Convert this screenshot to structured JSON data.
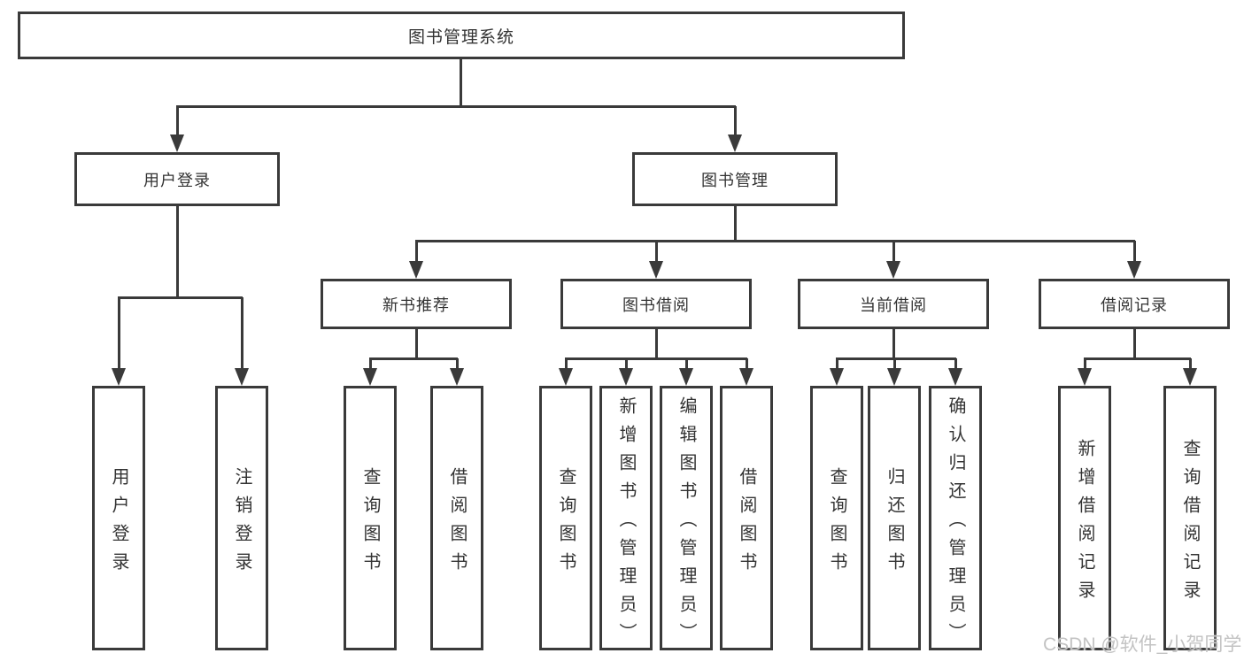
{
  "nodes": {
    "root": "图书管理系统",
    "userLogin": "用户登录",
    "bookManagement": "图书管理",
    "newBookRec": "新书推荐",
    "bookBorrow": "图书借阅",
    "currentBorrow": "当前借阅",
    "borrowRecord": "借阅记录",
    "leaves": {
      "userLogin": [
        "用户登录",
        "注销登录"
      ],
      "newBookRec": [
        "查询图书",
        "借阅图书"
      ],
      "bookBorrow": [
        "查询图书",
        "新增图书（管理员）",
        "编辑图书（管理员）",
        "借阅图书"
      ],
      "currentBorrow": [
        "查询图书",
        "归还图书",
        "确认归还（管理员）"
      ],
      "borrowRecord": [
        "新增借阅记录",
        "查询借阅记录"
      ]
    }
  },
  "watermark": "CSDN @软件_小贺同学",
  "colors": {
    "line": "#3a3a3a",
    "text": "#333333",
    "watermark": "#c3c3c3",
    "background": "#ffffff"
  }
}
